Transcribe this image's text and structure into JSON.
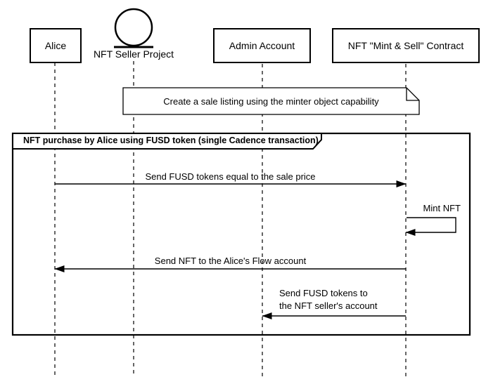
{
  "diagram": {
    "kind": "uml-sequence-diagram",
    "colors": {
      "line": "#000000",
      "fill": "#ffffff",
      "background": "#ffffff"
    },
    "participants": [
      {
        "name": "Alice",
        "type": "participant"
      },
      {
        "name": "NFT Seller Project",
        "type": "entity",
        "icon": "entity-circle-icon"
      },
      {
        "name": "Admin Account",
        "type": "participant"
      },
      {
        "name": "NFT \"Mint & Sell\" Contract",
        "type": "participant"
      }
    ],
    "note": {
      "text": "Create a sale listing using the minter object capability",
      "over": [
        "NFT Seller Project",
        "NFT \"Mint & Sell\" Contract"
      ]
    },
    "frame": {
      "label": "NFT purchase by Alice using FUSD token (single Cadence transaction)"
    },
    "messages": [
      {
        "text": "Send FUSD tokens equal to the sale price",
        "from": "Alice",
        "to": "NFT \"Mint & Sell\" Contract"
      },
      {
        "text": "Mint NFT",
        "from": "NFT \"Mint & Sell\" Contract",
        "to": "NFT \"Mint & Sell\" Contract",
        "self": true
      },
      {
        "text": "Send NFT to the Alice's Flow account",
        "from": "NFT \"Mint & Sell\" Contract",
        "to": "Alice"
      },
      {
        "lines": [
          "Send FUSD tokens to",
          "the NFT seller's account"
        ],
        "from": "NFT \"Mint & Sell\" Contract",
        "to": "Admin Account"
      }
    ]
  }
}
